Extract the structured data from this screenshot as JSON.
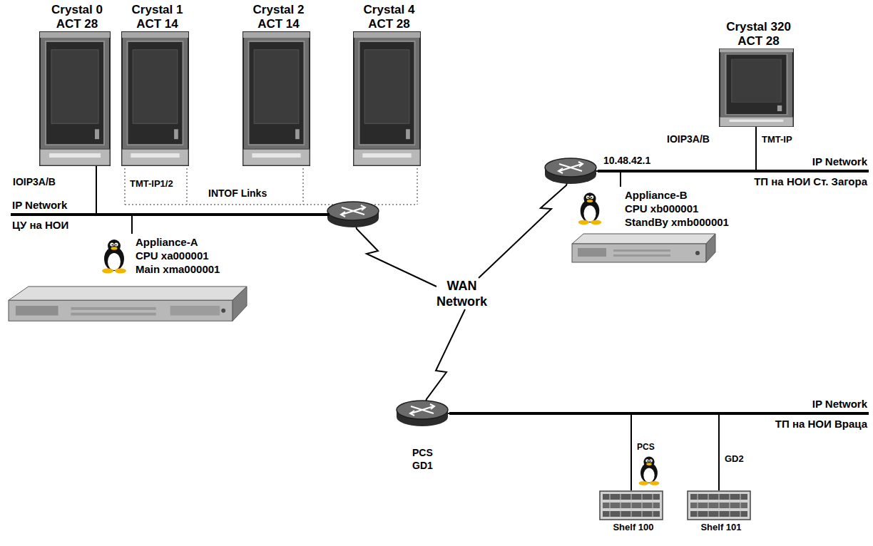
{
  "diagram": {
    "nodes": [
      {
        "text": [
          "Crystal 0",
          "ACT 28"
        ]
      },
      {
        "text": [
          "Crystal 1",
          "ACT 14"
        ]
      },
      {
        "text": [
          "Crystal 2",
          "ACT 14"
        ]
      },
      {
        "text": [
          "Crystal 4",
          "ACT 28"
        ]
      },
      {
        "text": [
          "IP Network",
          "ЦУ на НОИ"
        ]
      },
      {
        "text": [
          "Appliance-A",
          "CPU xa000001",
          "Main xma000001"
        ]
      },
      {
        "text": [
          "WAN Network"
        ]
      },
      {
        "text": [
          "Crystal 320",
          "ACT 28"
        ]
      },
      {
        "text": [
          "IP Network",
          "ТП на НОИ Ст. Загора"
        ]
      },
      {
        "text": [
          "Appliance-B",
          "CPU xb000001",
          "StandBy xmb000001"
        ]
      },
      {
        "text": [
          "IP Network",
          "ТП на НОИ Враца"
        ]
      },
      {
        "text": [
          "Shelf 100"
        ]
      },
      {
        "text": [
          "Shelf 101"
        ]
      }
    ],
    "edges": [
      {
        "from": 0,
        "to": 4,
        "arrow": "none"
      },
      {
        "from": 5,
        "to": 4,
        "arrow": "none"
      },
      {
        "from": 4,
        "to": 6,
        "arrow": "none"
      },
      {
        "from": 7,
        "to": 8,
        "arrow": "none"
      },
      {
        "from": 9,
        "to": 8,
        "arrow": "none"
      },
      {
        "from": 8,
        "to": 6,
        "arrow": "none"
      },
      {
        "from": 10,
        "to": 6,
        "arrow": "none"
      },
      {
        "from": 11,
        "to": 10,
        "arrow": "none"
      },
      {
        "from": 12,
        "to": 10,
        "arrow": "none"
      }
    ],
    "labels": [
      "IOIP3A/B",
      "TMT-IP1/2",
      "INTOF Links",
      "10.48.42.1",
      "IOIP3A/B",
      "TMT-IP",
      "PCS GD1",
      "PCS",
      "GD2"
    ]
  }
}
